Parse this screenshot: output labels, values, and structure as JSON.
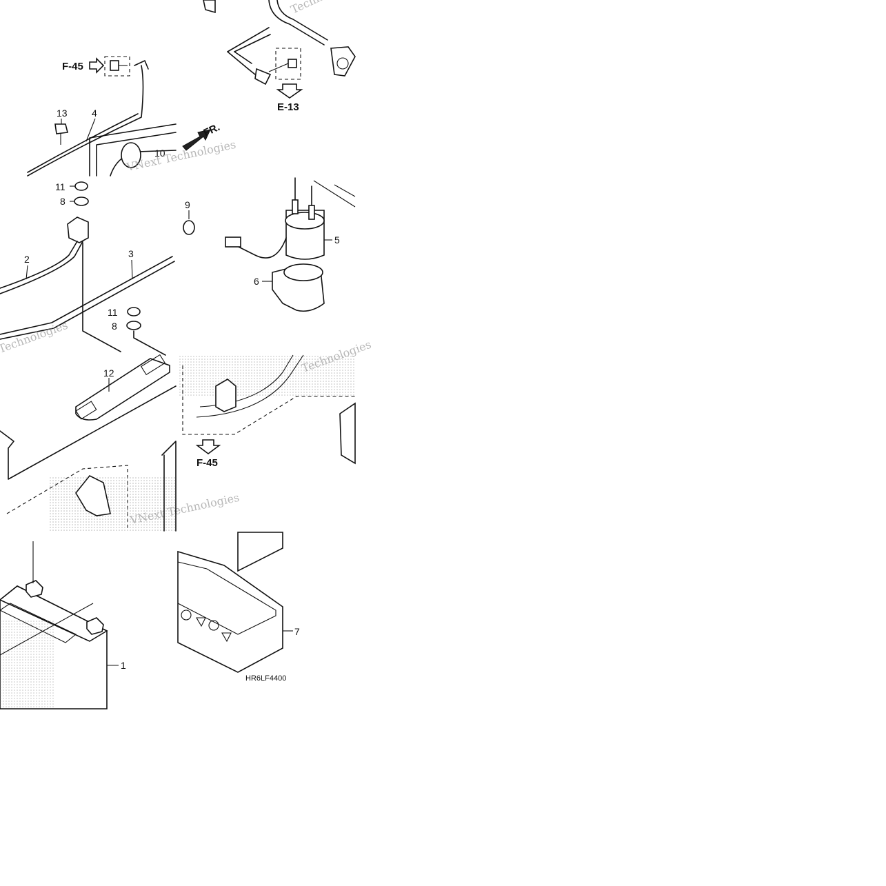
{
  "callouts": {
    "c1": "1",
    "c2": "2",
    "c3": "3",
    "c4": "4",
    "c5": "5",
    "c6": "6",
    "c7": "7",
    "c8a": "8",
    "c8b": "8",
    "c9": "9",
    "c10": "10",
    "c11a": "11",
    "c11b": "11",
    "c12": "12",
    "c13": "13"
  },
  "refs": {
    "f45_top": "F-45",
    "e13": "E-13",
    "f45_mid": "F-45",
    "front": "FR."
  },
  "diagram_code": "HR6LF4400",
  "watermark": {
    "w1": "Technologies",
    "w2": "VNext Technologies",
    "w3": "Technologies",
    "w4": "VNext Technologies",
    "w5": "Technologies"
  }
}
